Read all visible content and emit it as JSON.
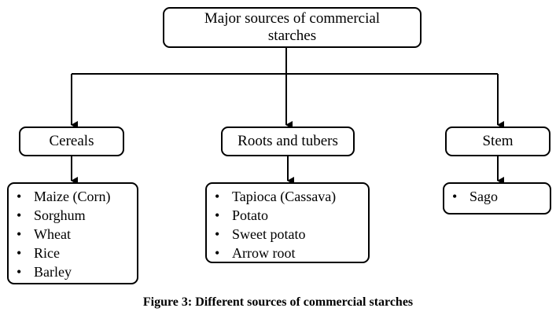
{
  "root": {
    "label": "Major sources of commercial starches"
  },
  "categories": [
    {
      "label": "Cereals",
      "items": [
        "Maize (Corn)",
        "Sorghum",
        "Wheat",
        "Rice",
        "Barley"
      ]
    },
    {
      "label": "Roots and tubers",
      "items": [
        "Tapioca (Cassava)",
        "Potato",
        "Sweet potato",
        "Arrow root"
      ]
    },
    {
      "label": "Stem",
      "items": [
        "Sago"
      ]
    }
  ],
  "bullet": "•",
  "caption": "Figure 3: Different sources of commercial starches",
  "colors": {
    "stroke": "#000000",
    "background": "#ffffff"
  }
}
